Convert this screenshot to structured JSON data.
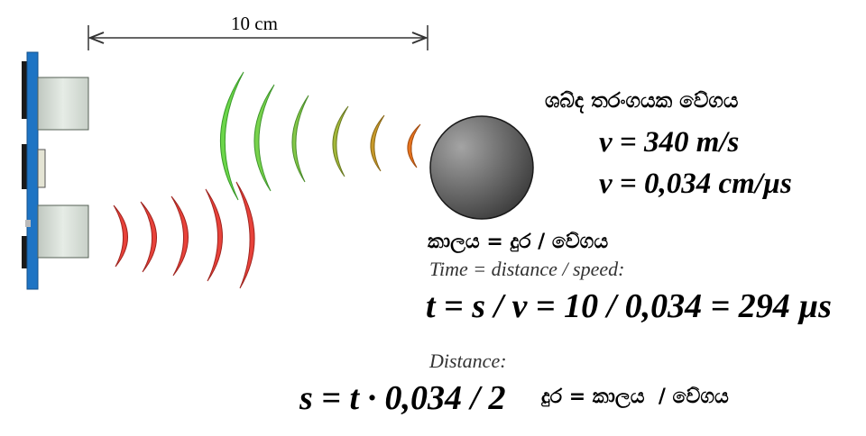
{
  "distance_label": "10 cm",
  "sound_speed_heading": "ශබ්ද තරංගයක වේගය",
  "speed_eq_ms": "v = 340 m/s",
  "speed_eq_cmus": "v = 0,034 cm/µs",
  "time_formula_sinhala": "කාලය = දුර / වේගය",
  "time_formula_english": "Time = distance / speed:",
  "time_calc": "t = s / v = 10 / 0,034 = 294 µs",
  "distance_heading": "Distance:",
  "distance_formula": "s = t · 0,034 / 2",
  "distance_formula_sinhala": "දුර = කාලය  / වේගය",
  "colors": {
    "board": "#1e74c4",
    "transducer": "#d6ddd6",
    "wave_red": "#e8423a",
    "wave_green": "#6cd64a",
    "wave_orange": "#e8741e",
    "ball_light": "#a4a4a4",
    "ball_dark": "#2e2e2e"
  }
}
